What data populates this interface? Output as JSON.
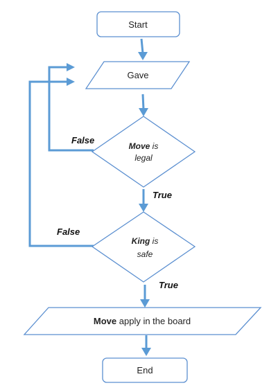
{
  "flowchart": {
    "start": {
      "label": "Start"
    },
    "input": {
      "label": "Gave"
    },
    "decision_move": {
      "bold": "Move",
      "rest": "is",
      "line2": "legal"
    },
    "decision_king": {
      "bold": "King",
      "rest": "is",
      "line2": "safe"
    },
    "action": {
      "bold": "Move",
      "rest": "apply in the board"
    },
    "end": {
      "label": "End"
    },
    "edges": {
      "move_false": "False",
      "move_true": "True",
      "king_false": "False",
      "king_true": "True"
    }
  },
  "colors": {
    "shape_border": "#5b8fd0",
    "arrow": "#5b9bd5",
    "text": "#222222"
  }
}
